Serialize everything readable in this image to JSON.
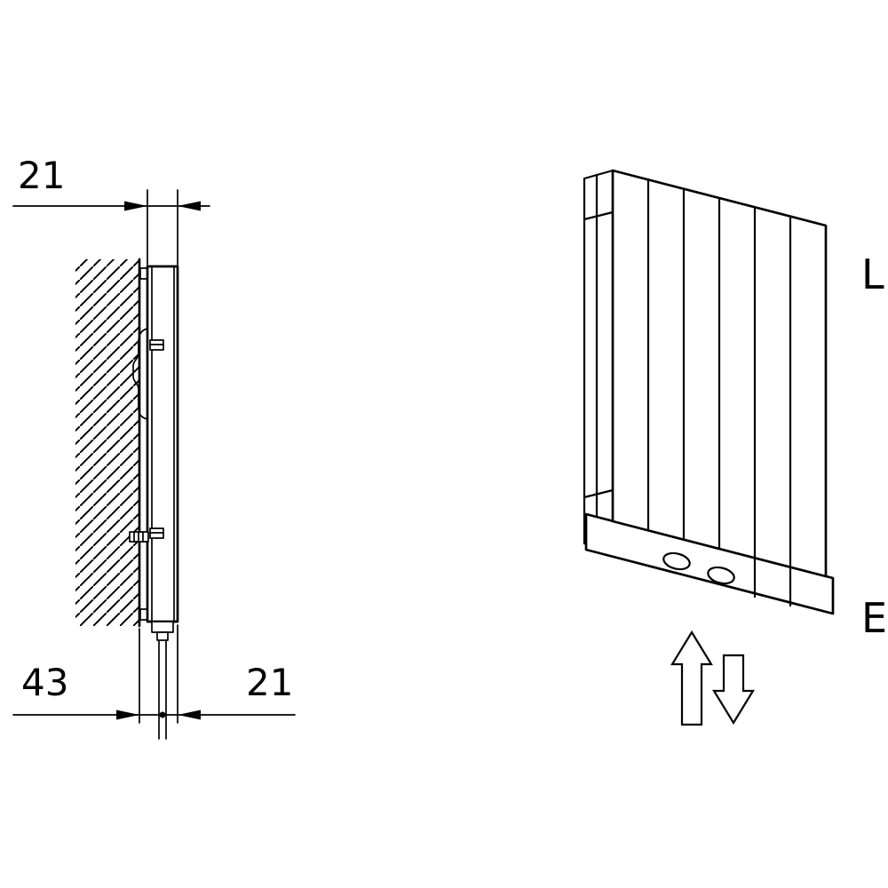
{
  "colors": {
    "line": "#000000",
    "background": "#ffffff"
  },
  "side_view": {
    "dim_top_label": "21",
    "dim_bottom_left_label": "43",
    "dim_bottom_right_label": "21"
  },
  "perspective_view": {
    "label_top": "L",
    "label_bottom": "E",
    "icons": {
      "flow_up": "up-arrow-outline",
      "flow_down": "down-arrow-outline"
    }
  }
}
